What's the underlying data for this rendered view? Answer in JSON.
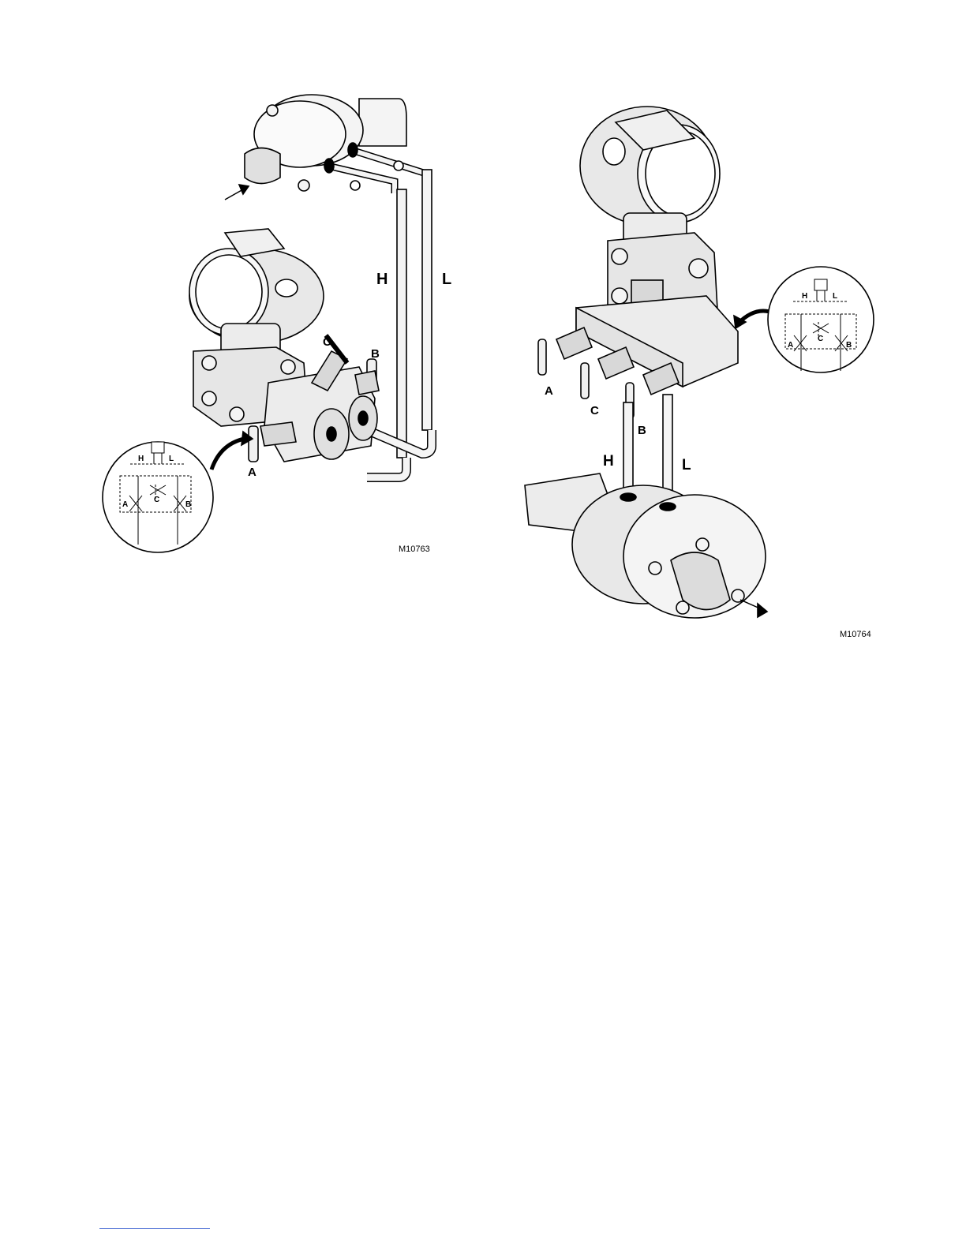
{
  "figures": [
    {
      "id": "left",
      "code": "M10763",
      "pipe_labels": {
        "high": "H",
        "low": "L"
      },
      "valve_labels": {
        "a": "A",
        "b": "B",
        "c": "C"
      },
      "schematic_labels": {
        "high": "H",
        "low": "L",
        "a": "A",
        "b": "B",
        "c": "C"
      }
    },
    {
      "id": "right",
      "code": "M10764",
      "pipe_labels": {
        "high": "H",
        "low": "L"
      },
      "valve_labels": {
        "a": "A",
        "b": "B",
        "c": "C"
      },
      "schematic_labels": {
        "high": "H",
        "low": "L",
        "a": "A",
        "b": "B",
        "c": "C"
      }
    }
  ],
  "colors": {
    "line": "#000000",
    "fill": "#f4f4f4",
    "shade": "#cfcfcf",
    "footer_rule": "#3a5fd0"
  }
}
